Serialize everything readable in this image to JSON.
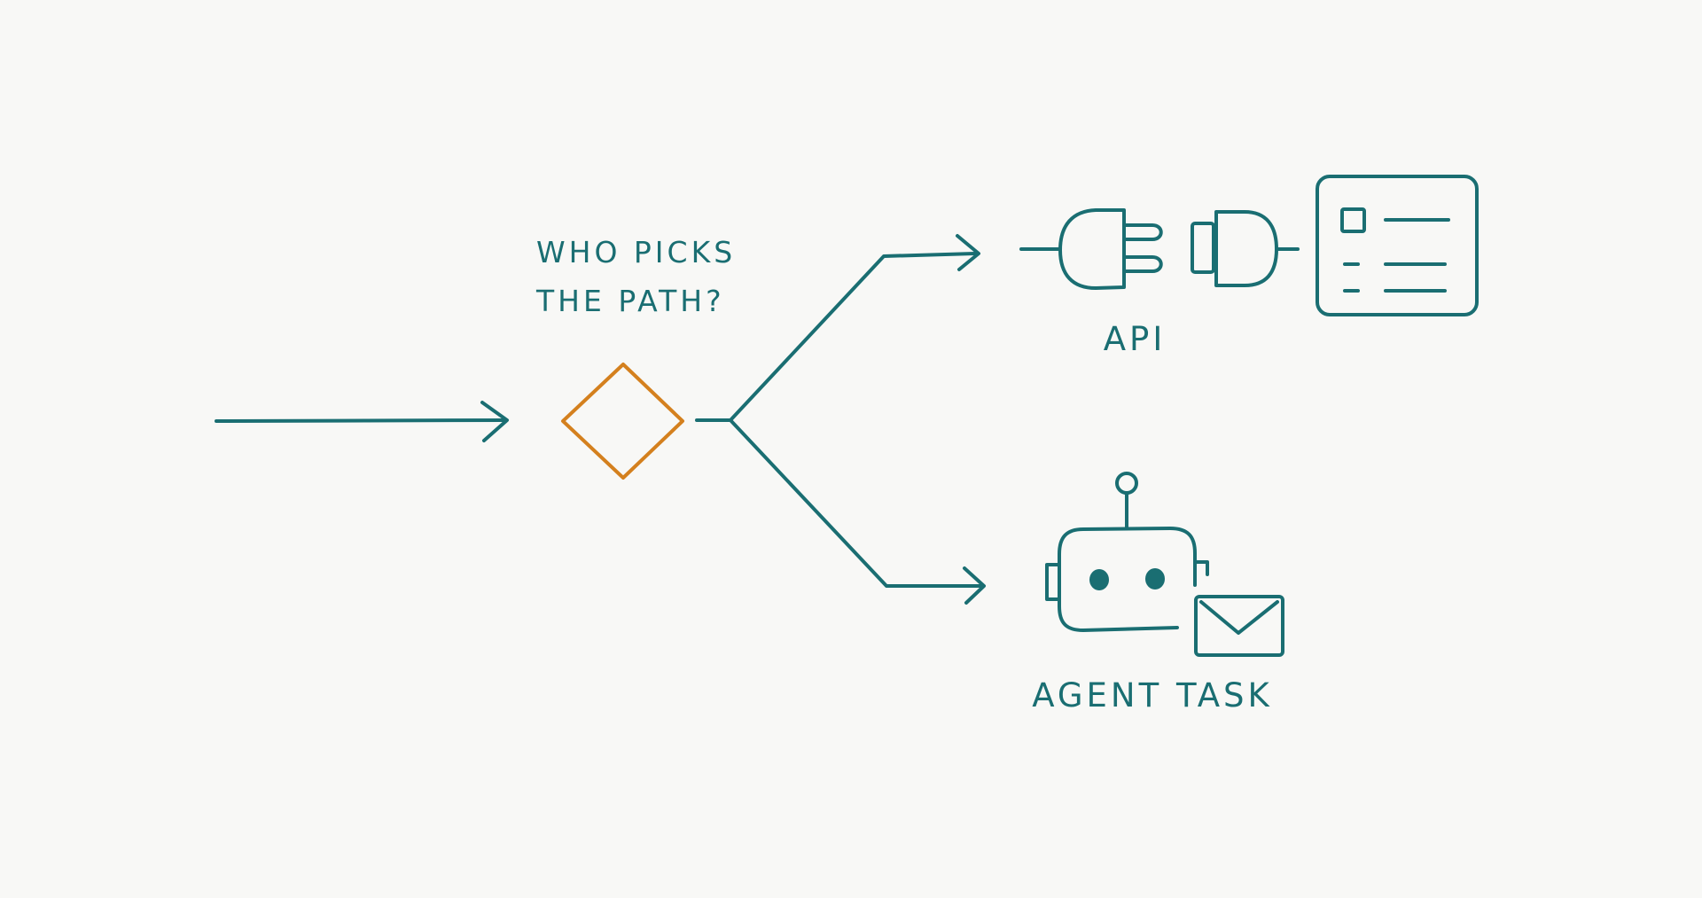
{
  "colors": {
    "background": "#f8f8f6",
    "ink": "#1a6e72",
    "decision": "#d4801e"
  },
  "question": {
    "line1": "WHO PICKS",
    "line2": "THE PATH?"
  },
  "branches": {
    "upper_label": "API",
    "lower_label": "AGENT TASK"
  },
  "icons": {
    "decision": "decision-diamond",
    "plug": "plug-icon",
    "socket": "socket-icon",
    "document": "document-card-icon",
    "robot": "robot-icon",
    "mail": "envelope-icon"
  }
}
